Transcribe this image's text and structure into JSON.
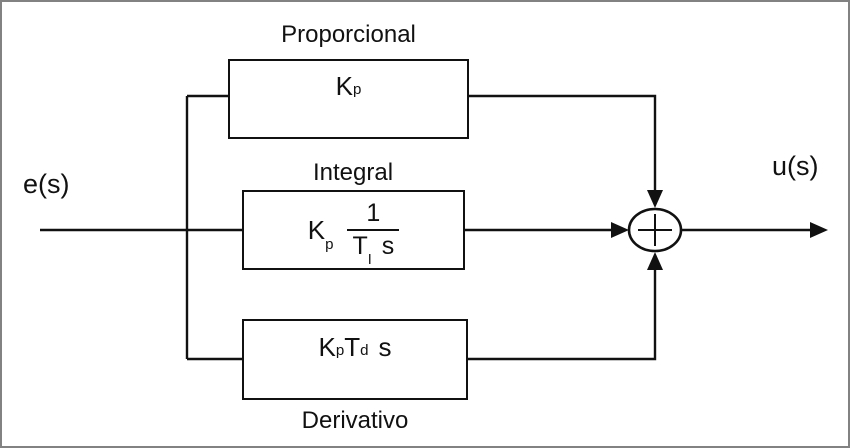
{
  "colors": {
    "outer_border": "#828282",
    "ink": "#111111",
    "background": "#ffffff"
  },
  "labels": {
    "input_signal": "e(s)",
    "output_signal": "u(s)"
  },
  "blocks": {
    "proportional": {
      "title": "Proporcional",
      "gain_base": "K",
      "gain_sub": "p"
    },
    "integral": {
      "title": "Integral",
      "gain_base": "K",
      "gain_sub": "p",
      "frac_numerator": "1",
      "frac_den_base": "T",
      "frac_den_sub": "I",
      "frac_den_var": "s"
    },
    "derivative": {
      "title": "Derivativo",
      "gain_base": "K",
      "gain_sub": "p",
      "time_base": "T",
      "time_sub": "d",
      "laplace_var": "s"
    }
  },
  "summing_junction": {
    "icon": "plus-icon"
  }
}
